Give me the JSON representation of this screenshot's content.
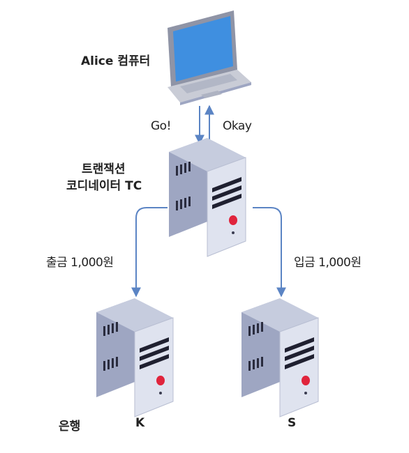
{
  "colors": {
    "arrow": "#5b84c4",
    "screen": "#3f8fe0",
    "laptop_body": "#c9ccd6",
    "laptop_dark": "#8f94a6",
    "server_side": "#9ea6c2",
    "server_front": "#dfe3ef",
    "server_top": "#c6ccde",
    "server_stripe": "#1f2030",
    "server_light": "#e0243c"
  },
  "icons": {
    "laptop": "laptop-icon",
    "coordinator": "server-icon",
    "bank_k": "server-icon",
    "bank_s": "server-icon"
  },
  "labels": {
    "client": "Alice 컴퓨터",
    "go": "Go!",
    "okay": "Okay",
    "coordinator_line1": "트랜잭션",
    "coordinator_line2": "코디네이터 TC",
    "withdraw": "출금 1,000원",
    "deposit": "입금 1,000원",
    "bank": "은행",
    "bank_k": "K",
    "bank_s": "S"
  }
}
